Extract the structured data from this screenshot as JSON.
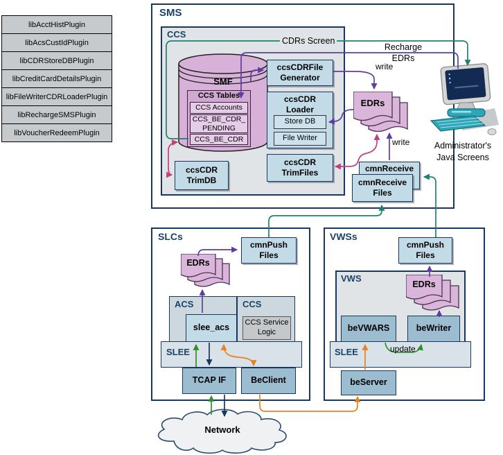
{
  "plugins": {
    "items": [
      "libAcctHistPlugin",
      "libAcsCustIdPlugin",
      "libCDRStoreDBPlugin",
      "libCreditCardDetailsPlugin",
      "libFileWriterCDRLoaderPlugin",
      "libRechargeSMSPlugin",
      "libVoucherRedeemPlugin"
    ]
  },
  "sms": {
    "title": "SMS",
    "ccs": {
      "title": "CCS",
      "smf_label": "SMF",
      "ccs_tables_title": "CCS Tables",
      "tables": [
        "CCS Accounts",
        "CCS_BE_CDR_ PENDING",
        "CCS_BE_CDR"
      ],
      "cdr_file_generator": "ccsCDRFile Generator",
      "cdr_loader": "ccsCDR Loader",
      "store_db": "Store DB",
      "file_writer": "File Writer",
      "cdr_trim_db": "ccsCDR TrimDB",
      "cdr_trim_files": "ccsCDR TrimFiles"
    },
    "edrs_label": "EDRs",
    "cmn_receive_back": "cmnReceive",
    "cmn_receive_files": "cmnReceive Files",
    "labels": {
      "cdrs_screen": "CDRs Screen",
      "recharge_edrs": "Recharge EDRs",
      "write_generator": "write",
      "write_receive": "write"
    }
  },
  "admin": {
    "caption": "Administrator's Java Screens"
  },
  "slcs": {
    "title": "SLCs",
    "cmn_push_files": "cmnPush Files",
    "edrs_label": "EDRs",
    "acs_title": "ACS",
    "ccs_title": "CCS",
    "slee_acs": "slee_acs",
    "ccs_service_logic": "CCS Service Logic",
    "slee": "SLEE",
    "tcap_if": "TCAP IF",
    "be_client": "BeClient"
  },
  "vwss": {
    "title": "VWSs",
    "cmn_push_files": "cmnPush Files",
    "vws_title": "VWS",
    "edrs_label": "EDRs",
    "be_vwars": "beVWARS",
    "be_writer": "beWriter",
    "slee": "SLEE",
    "be_server": "beServer",
    "update_label": "update"
  },
  "network": {
    "label": "Network"
  },
  "colors": {
    "teal_flow": "#1e8170",
    "purple_flow": "#5f3da0",
    "pink_flow": "#c2407e",
    "orange_flow": "#e8821e",
    "green_flow": "#2f8f2f",
    "navy": "#17375e",
    "light_blue_box": "#c3dbe7",
    "medium_blue_box": "#9cbcd0",
    "lavender_db": "#d7b1d8",
    "gray_box": "#c6cacc"
  }
}
